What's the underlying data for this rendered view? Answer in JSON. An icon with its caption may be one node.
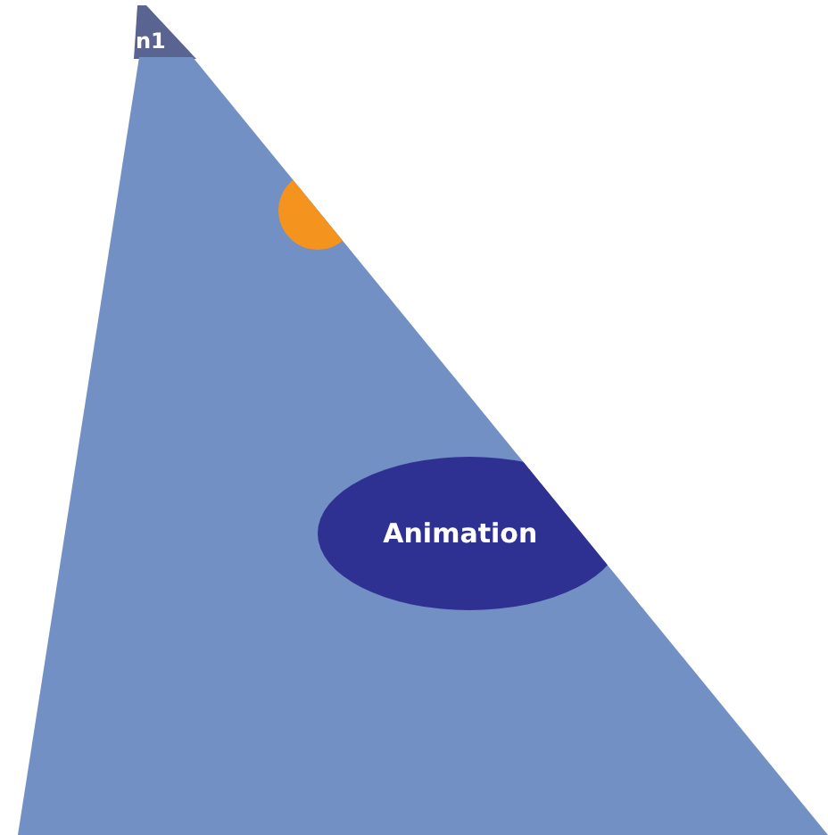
{
  "diagram": {
    "nodes": [
      {
        "text": [
          "n1"
        ]
      },
      {
        "text": [],
        "shape": "triangle"
      },
      {
        "text": [],
        "shape": "circle",
        "in": 1
      },
      {
        "text": [
          "Animation"
        ],
        "in": 1
      }
    ]
  }
}
